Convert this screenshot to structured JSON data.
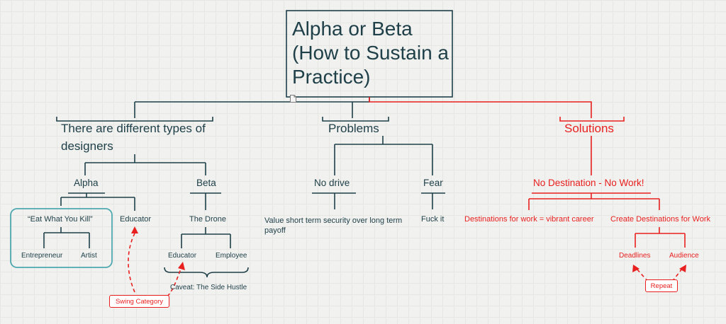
{
  "root": {
    "title": "Alpha or Beta (How to Sustain a Practice)"
  },
  "types": {
    "label": "There are different types of designers",
    "alpha": {
      "label": "Alpha",
      "eat": "“Eat What You Kill”",
      "entrepreneur": "Entrepreneur",
      "artist": "Artist",
      "educator": "Educator"
    },
    "beta": {
      "label": "Beta",
      "drone": "The Drone",
      "educator": "Educator",
      "employee": "Employee",
      "caveat": "Caveat: The Side Hustle"
    },
    "swing": "Swing Category"
  },
  "problems": {
    "label": "Problems",
    "no_drive": "No drive",
    "no_drive_detail": "Value short term security over long term payoff",
    "fear": "Fear",
    "fear_detail": "Fuck it"
  },
  "solutions": {
    "label": "Solutions",
    "no_destination": "No Destination - No Work!",
    "destinations": "Destinations for work = vibrant career",
    "create": "Create Destinations for Work",
    "deadlines": "Deadlines",
    "audience": "Audience",
    "repeat": "Repeat"
  },
  "colors": {
    "dark": "#1f4049",
    "red": "#e8201f",
    "highlight": "#4fa8b0"
  },
  "icons": {
    "note": "note-icon"
  }
}
